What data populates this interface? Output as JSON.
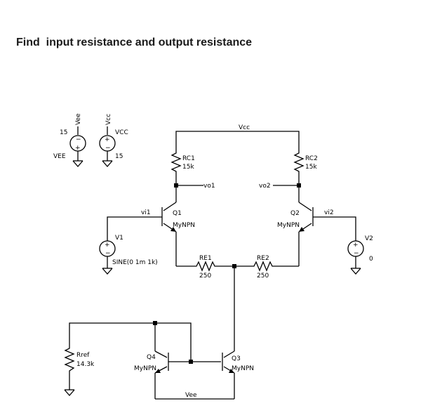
{
  "question": "Find  input resistance and output resistance",
  "labels": {
    "vee_net": "Vee",
    "vcc_net": "Vcc",
    "vee_src_value": "15",
    "vee_src_name": "VEE",
    "vcc_src_name": "VCC",
    "vcc_src_value": "15",
    "vcc_top": "Vcc",
    "rc1_name": "RC1",
    "rc1_value": "15k",
    "rc2_name": "RC2",
    "rc2_value": "15k",
    "vo1": "vo1",
    "vo2": "vo2",
    "vi1": "vi1",
    "vi2": "vi2",
    "q1_name": "Q1",
    "q1_model": "MyNPN",
    "q2_name": "Q2",
    "q2_model": "MyNPN",
    "v1_name": "V1",
    "v1_value": "SINE(0 1m 1k)",
    "v2_name": "V2",
    "v2_value": "0",
    "re1_name": "RE1",
    "re1_value": "250",
    "re2_name": "RE2",
    "re2_value": "250",
    "rref_name": "Rref",
    "rref_value": "14.3k",
    "q4_name": "Q4",
    "q4_model": "MyNPN",
    "q3_name": "Q3",
    "q3_model": "MyNPN",
    "vee_bottom": "Vee",
    "plus": "+",
    "minus": "−"
  }
}
